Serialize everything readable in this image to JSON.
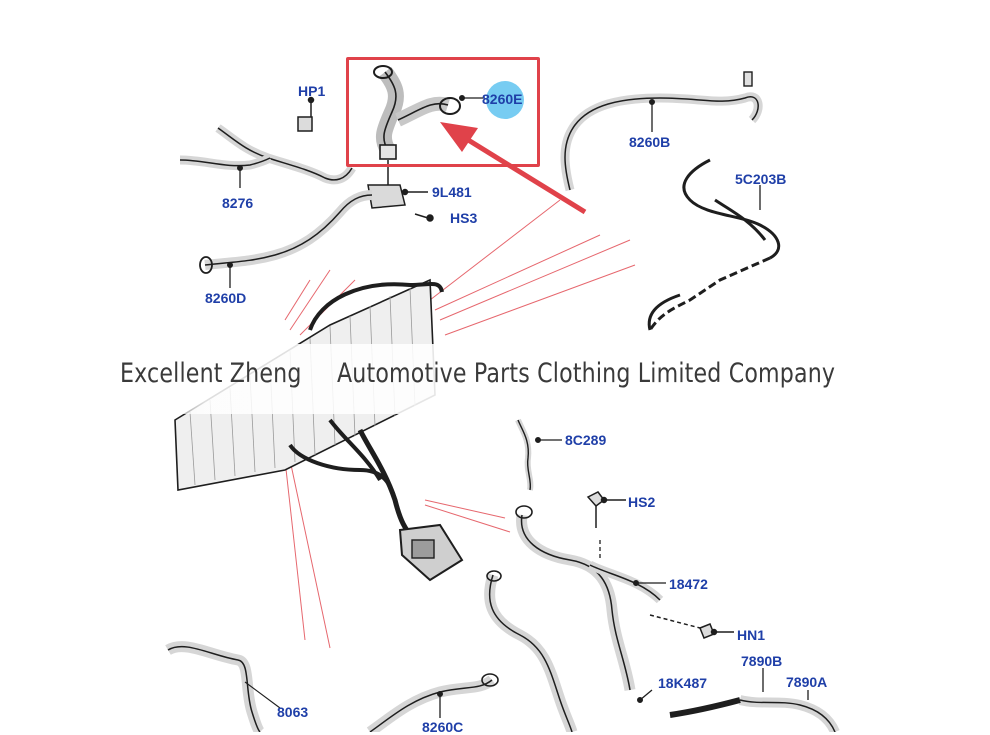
{
  "colors": {
    "label": "#1f3fa8",
    "callout": "#e0424a",
    "highlight": "#5fc3f0",
    "hose": "#1e1e1e"
  },
  "labels": {
    "p8260E": "8260E",
    "pHP1": "HP1",
    "p8260B": "8260B",
    "p8276": "8276",
    "p9L481": "9L481",
    "pHS3": "HS3",
    "p5C203B": "5C203B",
    "p8260D": "8260D",
    "p8C289": "8C289",
    "pHS2": "HS2",
    "p18472": "18472",
    "pHN1": "HN1",
    "p7890B": "7890B",
    "p7890A": "7890A",
    "p18K487": "18K487",
    "p8063": "8063",
    "p8260C": "8260C"
  },
  "watermark": {
    "left": "Excellent Zheng",
    "right": "Automotive Parts Clothing Limited Company"
  }
}
